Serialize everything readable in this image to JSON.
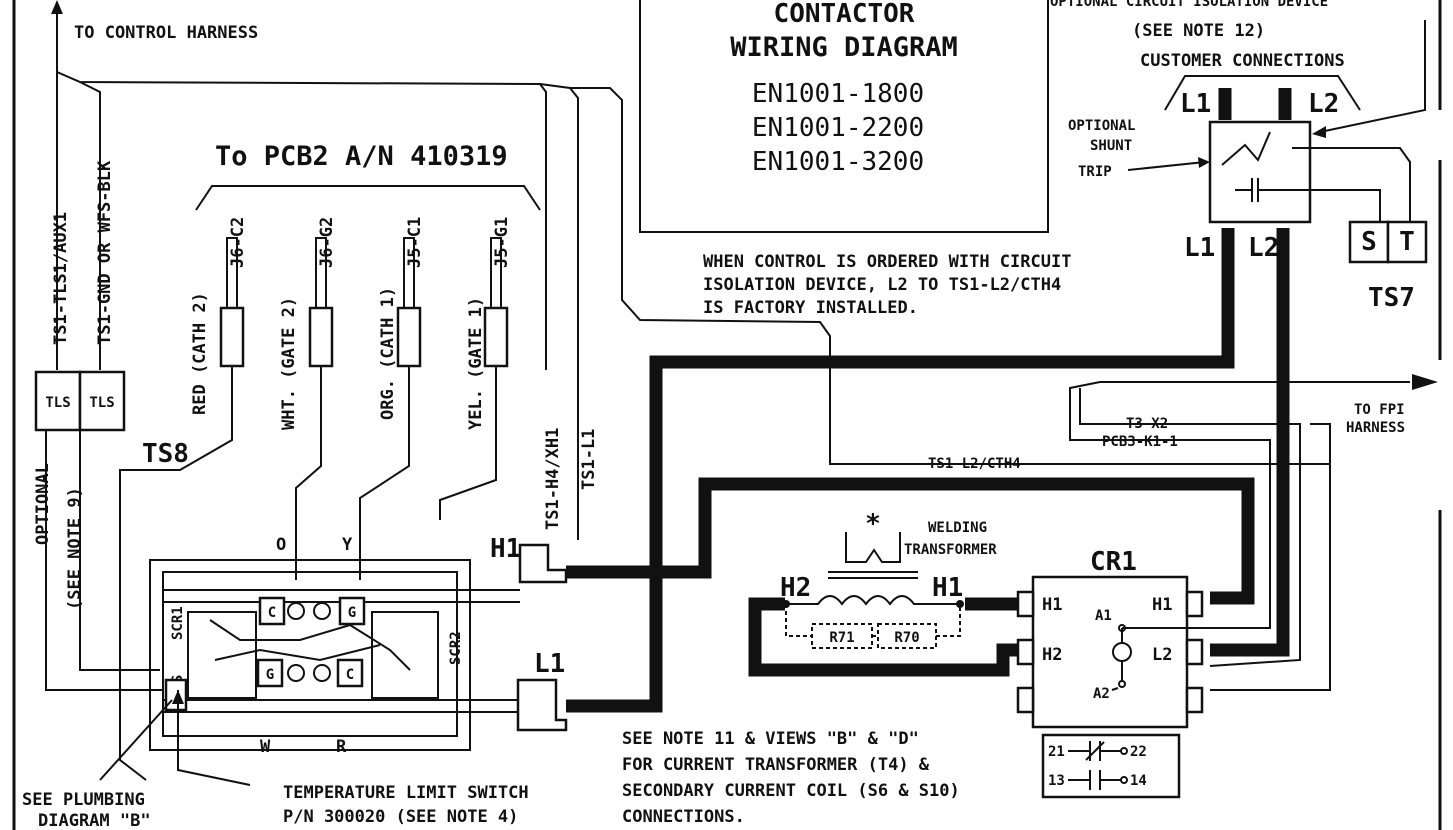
{
  "title": {
    "line1": "CONTACTOR",
    "line2": "WIRING DIAGRAM",
    "models": [
      "EN1001-1800",
      "EN1001-2200",
      "EN1001-3200"
    ]
  },
  "top_right": {
    "optional_device": "OPTIONAL CIRCUIT ISOLATION DEVICE",
    "see_note": "(SEE NOTE 12)",
    "customer_connections": "CUSTOMER CONNECTIONS",
    "optional_shunt_trip": [
      "OPTIONAL",
      "SHUNT",
      "TRIP"
    ],
    "l1": "L1",
    "l2": "L2",
    "l1_lower": "L1",
    "l2_lower": "L2",
    "ts7_s": "S",
    "ts7_t": "T",
    "ts7": "TS7"
  },
  "control_harness": "TO CONTROL HARNESS",
  "pcb2_header": "To PCB2 A/N 410319",
  "pcb2_leads": [
    {
      "connector": "J6-C2",
      "color": "RED (CATH 2)"
    },
    {
      "connector": "J6-G2",
      "color": "WHT. (GATE 2)"
    },
    {
      "connector": "J5-C1",
      "color": "ORG. (CATH 1)"
    },
    {
      "connector": "J5-G1",
      "color": "YEL. (GATE 1)"
    }
  ],
  "left_wires": {
    "ts1_tls1": "TS1-TLS1/AUX1",
    "ts1_gnd": "TS1-GND OR WFS-BLK",
    "tls1": "TLS",
    "tls2": "TLS",
    "ts8": "TS8",
    "optional": "OPTIONAL",
    "see_note9": "(SEE NOTE 9)",
    "ts1_h4": "TS1-H4/XH1",
    "ts1_l1": "TS1-L1"
  },
  "isolation_note": [
    "WHEN CONTROL IS ORDERED WITH CIRCUIT",
    "ISOLATION DEVICE, L2 TO TS1-L2/CTH4",
    "IS FACTORY INSTALLED."
  ],
  "fpi": {
    "to_fpi": "TO FPI",
    "harness": "HARNESS",
    "t3_x2": "T3-X2",
    "pcb3_k1": "PCB3-K1-1",
    "ts1_l2_cth4": "TS1-L2/CTH4"
  },
  "scr": {
    "o": "O",
    "y": "Y",
    "w": "W",
    "r": "R",
    "scr1": "SCR1",
    "scr2": "SCR2",
    "tls": "TLS",
    "c_top": "C",
    "g_top": "G",
    "g_bot": "G",
    "c_bot": "C",
    "h1": "H1",
    "l1": "L1"
  },
  "transformer": {
    "welding": "WELDING",
    "transformer": "TRANSFORMER",
    "h2": "H2",
    "h1": "H1",
    "r71": "R71",
    "r70": "R70"
  },
  "cr1": {
    "name": "CR1",
    "h1_left": "H1",
    "h2_left": "H2",
    "h1_right": "H1",
    "l2_right": "L2",
    "a1": "A1",
    "a2": "A2",
    "contact_nc": "21",
    "contact_nc2": "22",
    "contact_no": "13",
    "contact_no2": "14"
  },
  "bottom_notes": {
    "plumbing": [
      "SEE PLUMBING",
      "DIAGRAM \"B\""
    ],
    "temp_switch": [
      "TEMPERATURE LIMIT SWITCH",
      "P/N 300020 (SEE NOTE 4)"
    ],
    "ct_note": [
      "SEE NOTE 11 & VIEWS \"B\" & \"D\"",
      "FOR CURRENT TRANSFORMER (T4) &",
      "SECONDARY CURRENT COIL (S6 & S10)",
      "CONNECTIONS."
    ]
  }
}
